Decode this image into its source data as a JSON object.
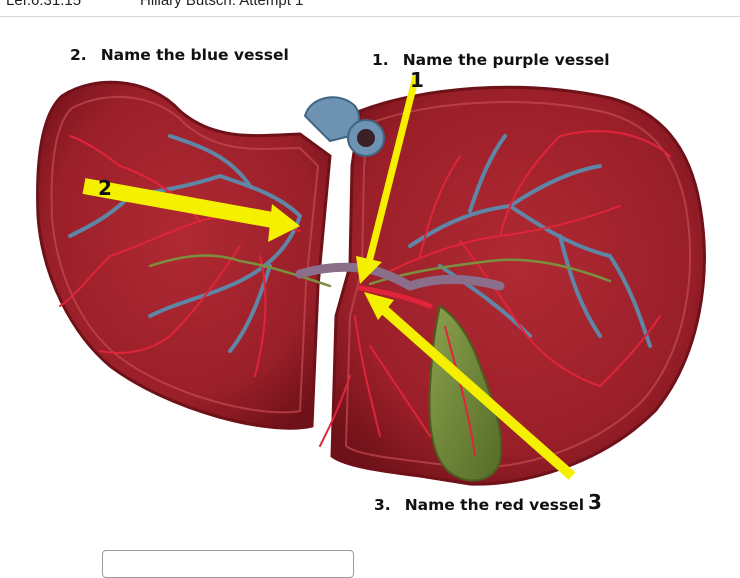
{
  "header": {
    "left_text": "Lef.6.31.15",
    "right_text": "Hillary Butsch: Attempt 1"
  },
  "questions": [
    {
      "number": "2.",
      "text": "Name the blue vessel"
    },
    {
      "number": "1.",
      "text": "Name the purple vessel"
    },
    {
      "number": "3.",
      "text": "Name the red vessel"
    }
  ],
  "markers": [
    "1",
    "2",
    "3"
  ],
  "answer_input": {
    "value": "",
    "placeholder": ""
  },
  "colors": {
    "liver": "#a3222c",
    "liver_edge": "#7c131b",
    "blue_vessel": "#5f86a6",
    "purple_vessel": "#8a6e8a",
    "red_vessel": "#e0243a",
    "bile_duct": "#7b8f3e",
    "gallbladder": "#6f8a3c",
    "arrow": "#f5f000"
  }
}
